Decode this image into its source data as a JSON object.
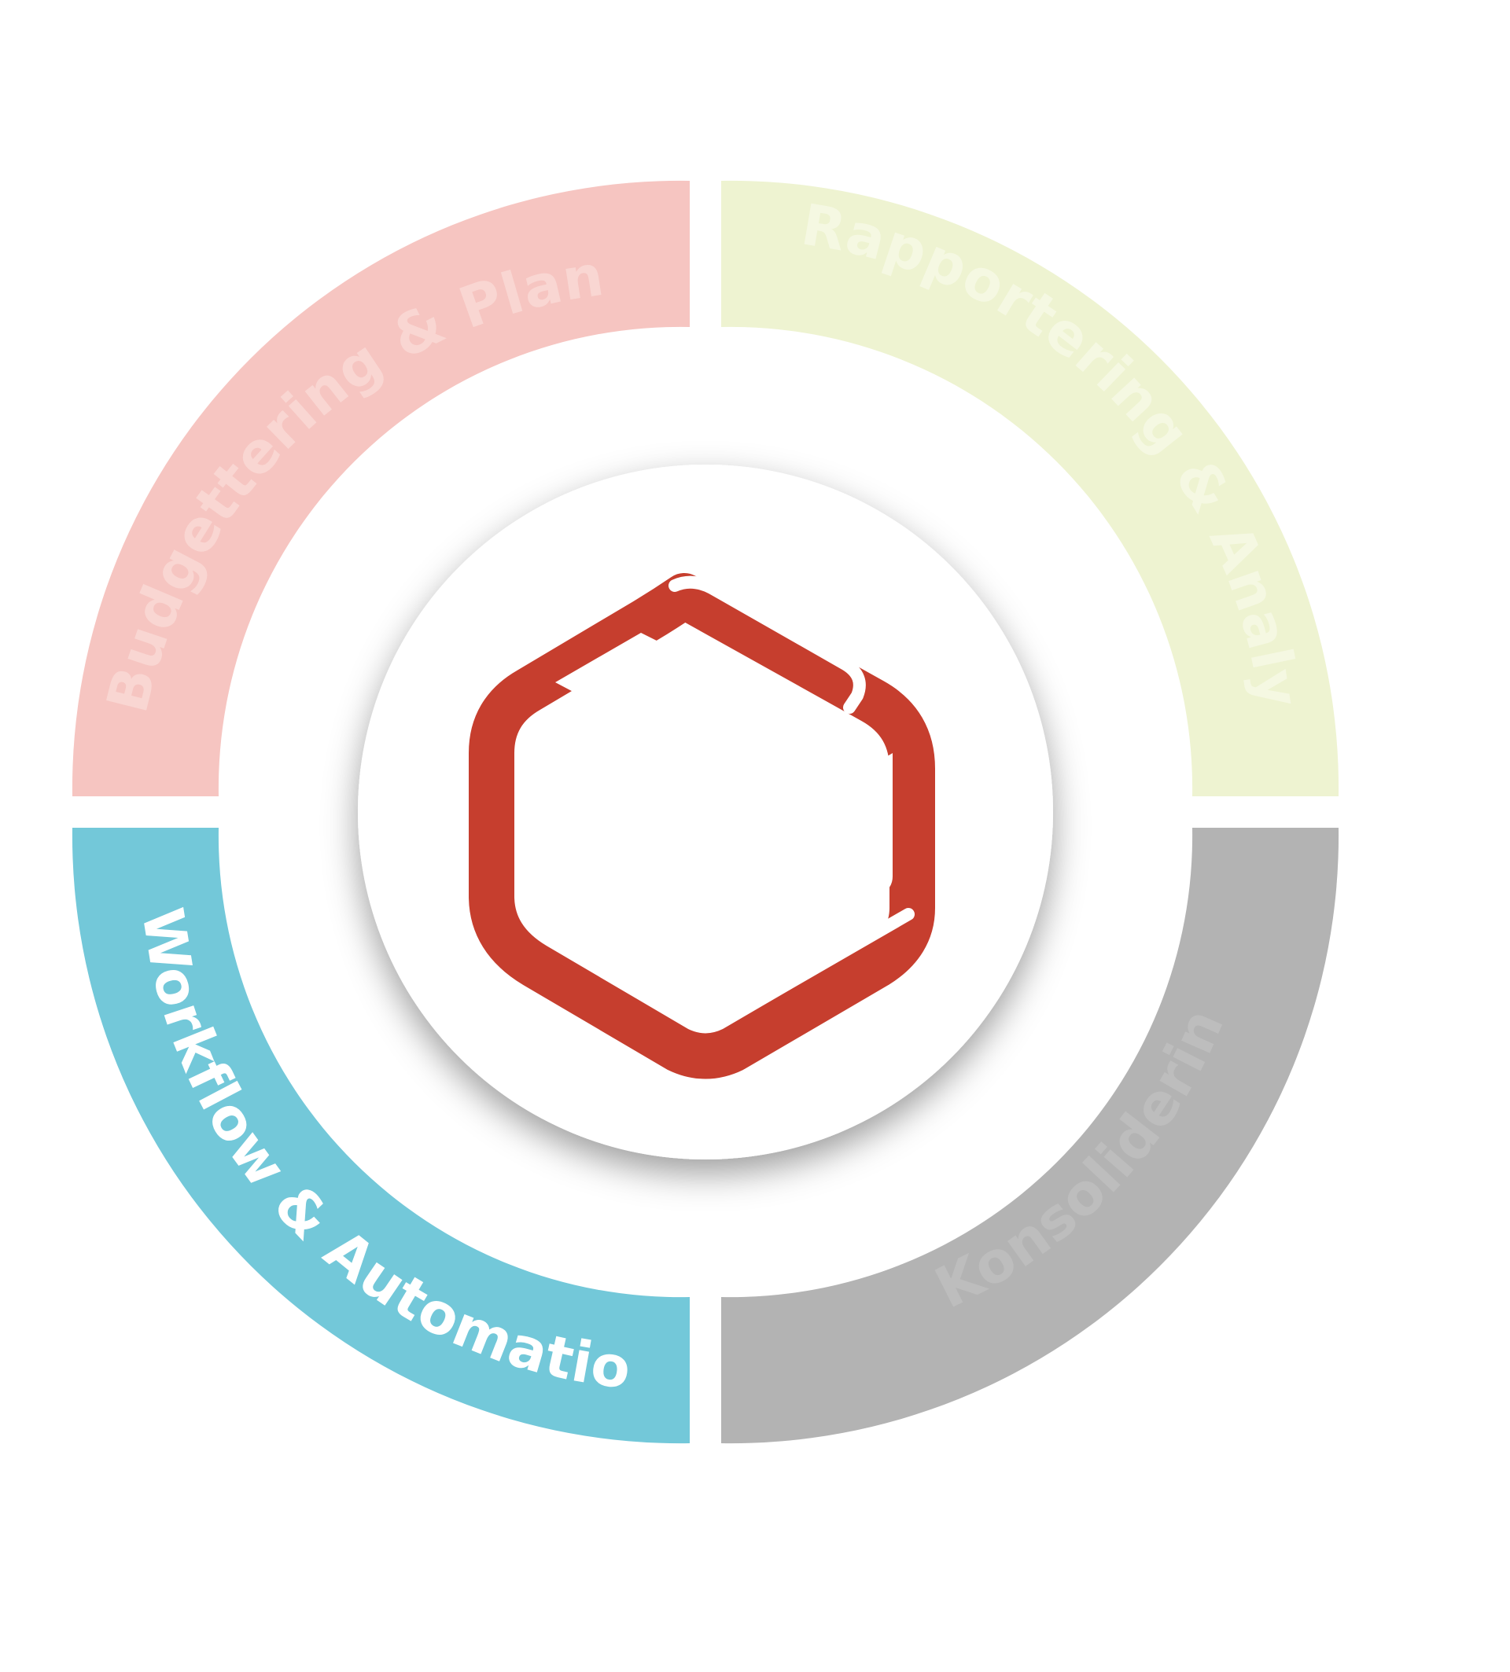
{
  "diagram": {
    "segments": [
      {
        "id": "budgettering",
        "label": "Budgettering & Planning",
        "fill": "#F6C5C1",
        "text_color": "#F9D6D2",
        "active": false
      },
      {
        "id": "rapportering",
        "label": "Rapportering & Analyse",
        "fill": "#EEF3D1",
        "text_color": "#F5F8E2",
        "active": false
      },
      {
        "id": "konsolidering",
        "label": "Konsolidering",
        "fill": "#B3B3B3",
        "text_color": "#BDBDBD",
        "active": false
      },
      {
        "id": "workflow",
        "label": "Workflow & Automation",
        "fill": "#73C8D9",
        "text_color": "#FFFFFF",
        "active": true
      }
    ],
    "center": {
      "background": "#FFFFFF",
      "logo_icon": "cube-logo-icon",
      "logo_color": "#C63E2E"
    }
  }
}
